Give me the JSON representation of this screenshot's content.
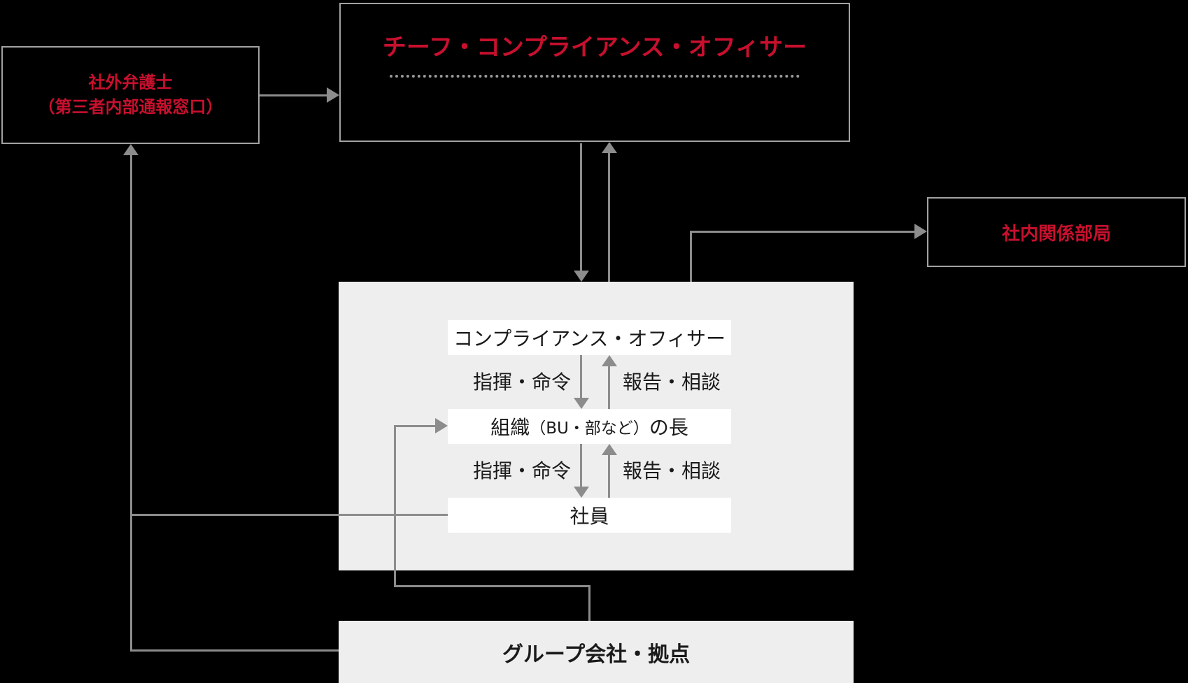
{
  "colors": {
    "accent_red": "#c8102e",
    "line_gray": "#8c8c8c",
    "box_border_gray": "#a2a2a2",
    "panel_gray": "#eeeeee",
    "text_ink": "#1a1a1a",
    "background": "#000000"
  },
  "boxes": {
    "external_lawyer": {
      "line1": "社外弁護士",
      "line2": "（第三者内部通報窓口）"
    },
    "chief_compliance_officer": {
      "title": "チーフ・コンプライアンス・オフィサー"
    },
    "internal_departments": {
      "label": "社内関係部局"
    },
    "compliance_officer": {
      "label": "コンプライアンス・オフィサー"
    },
    "org_head": {
      "prefix": "組織",
      "paren": "（BU・部など）",
      "suffix": "の長"
    },
    "employees": {
      "label": "社員"
    },
    "group_companies": {
      "label": "グループ会社・拠点"
    }
  },
  "edge_labels": {
    "row1": {
      "left": "指揮・命令",
      "right": "報告・相談"
    },
    "row2": {
      "left": "指揮・命令",
      "right": "報告・相談"
    }
  }
}
